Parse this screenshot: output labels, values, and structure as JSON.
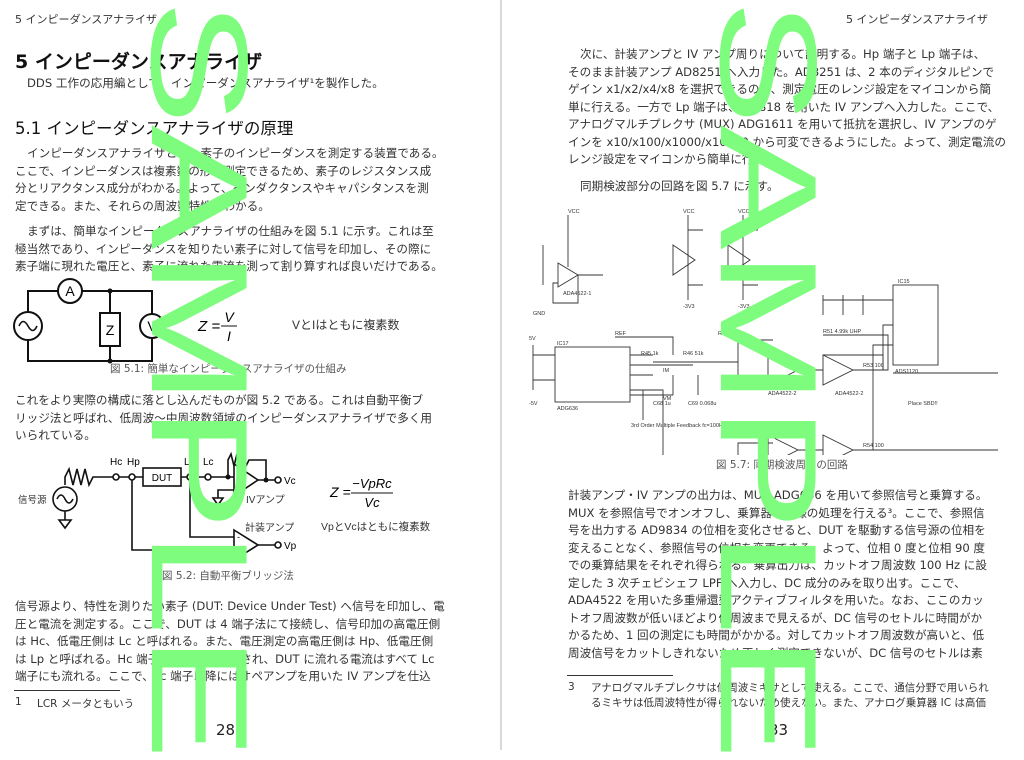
{
  "left_page": {
    "header": "5 インピーダンスアナライザ",
    "chapter_title": "5 インピーダンスアナライザ",
    "intro": "DDS 工作の応用編として、インピーダンスアナライザ¹を製作した。",
    "section_title": "5.1 インピーダンスアナライザの原理",
    "para1": [
      "インピーダンスアナライザとは、素子のインピーダンスを測定する装置である。",
      "ここで、インピーダンスは複素数の形で測定できるため、素子のレジスタンス成",
      "分とリアクタンス成分がわかる。よって、インダクタンスやキャパシタンスを測",
      "定できる。また、それらの周波数特性もわかる。"
    ],
    "para2": [
      "まずは、簡単なインピーダンスアナライザの仕組みを図 5.1 に示す。これは至",
      "極当然であり、インピーダンスを知りたい素子に対して信号を印加し、その際に",
      "素子端に現れた電圧と、素子に流れた電流を測って割り算すれば良いだけである。"
    ],
    "fig1": {
      "ammeter": "A",
      "impedance": "Z",
      "voltmeter": "V",
      "formula_lhs": "Z =",
      "formula_num": "V",
      "formula_den": "I",
      "note": "VとIはともに複素数",
      "caption": "図 5.1: 簡単なインピーダンスアナライザの仕組み"
    },
    "para3": [
      "これをより実際の構成に落とし込んだものが図 5.2 である。これは自動平衡ブ",
      "リッジ法と呼ばれ、低周波～中周波数領域のインピーダンスアナライザで多く用",
      "いられている。"
    ],
    "fig2": {
      "hc": "Hc",
      "hp": "Hp",
      "dut": "DUT",
      "lp": "Lp",
      "lc": "Lc",
      "vc": "Vc",
      "vp": "Vp",
      "source": "信号源",
      "iv_amp": "IVアンプ",
      "inst_amp": "計装アンプ",
      "formula_lhs": "Z =",
      "formula_num": "−VpRc",
      "formula_den": "Vc",
      "note": "VpとVcはともに複素数",
      "caption": "図 5.2: 自動平衡ブリッジ法"
    },
    "para4": [
      "信号源より、特性を測りたい素子 (DUT: Device Under Test) へ信号を印加し、電",
      "圧と電流を測定する。ここで、DUT は 4 端子法にて接続し、信号印加の高電圧側",
      "は Hc、低電圧側は Lc と呼ばれる。また、電圧測定の高電圧側は Hp、低電圧側",
      "は Lp と呼ばれる。Hc 端子より信号が印加され、DUT に流れる電流はすべて Lc",
      "端子にも流れる。ここで、Lc 端子以降にはオペアンプを用いた IV アンプを仕込"
    ],
    "footnote_num": "1",
    "footnote": "LCR メータともいう",
    "page_number": "28"
  },
  "right_page": {
    "header": "5 インピーダンスアナライザ",
    "para1": [
      "次に、計装アンプと IV アンプ周りについて説明する。Hp 端子と Lp 端子は、",
      "そのまま計装アンプ AD8251 へ入力した。AD8251 は、2 本のディジタルピンで",
      "ゲイン x1/x2/x4/x8 を選択できるので、測定電圧のレンジ設定をマイコンから簡",
      "単に行える。一方で Lp 端子は、LT1818 を用いた IV アンプへ入力した。ここで、",
      "アナログマルチプレクサ (MUX) ADG1611 を用いて抵抗を選択し、IV アンプのゲ",
      "インを x10/x100/x1000/x10000 から可変できるようにした。よって、測定電流の",
      "レンジ設定をマイコンから簡単に行える。"
    ],
    "para2": "同期検波部分の回路を図 5.7 に示す。",
    "fig7": {
      "labels": {
        "mux": "ADG636",
        "mux_ref": "IC17",
        "adc": "ADS1120",
        "adc_ref": "IC15",
        "opamp": "ADA4522-2",
        "opamp1": "ADA4522-1",
        "filter_note": "3rd Order Multiple Feedback fc=100Hz 0.1dB Chebychev",
        "sbd_note": "Place SBD!!",
        "vcc": "VCC",
        "gnd": "GND",
        "ref": "REF",
        "p5v": "5V",
        "n5v": "-5V",
        "n3v3": "-3V3",
        "r_a": "R45 1k",
        "r_b": "R46 51k",
        "r_c": "R47 170k",
        "c_a": "C70 2200p",
        "r_d": "R51 4.99k UHP",
        "r_e": "R53 100",
        "r_f": "R54 100",
        "c_b": "C68 1u",
        "c_c": "C69 0.068u",
        "im": "IM",
        "vm": "VM"
      },
      "caption": "図 5.7: 同期検波周りの回路"
    },
    "para3": [
      "計装アンプ・IV アンプの出力は、MUX ADG636 を用いて参照信号と乗算する。",
      "MUX を参照信号でオンオフし、乗算器と同様の処理を行える³。ここで、参照信",
      "号を出力する AD9834 の位相を変化させると、DUT を駆動する信号源の位相を",
      "変えることなく、参照信号の位相を変更できる。よって、位相 0 度と位相 90 度",
      "での乗算結果をそれぞれ得られる。乗算出力は、カットオフ周波数 100 Hz に設",
      "定した 3 次チェビシェフ LPF へ入力し、DC 成分のみを取り出す。ここで、",
      "ADA4522 を用いた多重帰還型アクティブフィルタを用いた。なお、ここのカッ",
      "トオフ周波数が低いほどより低周波まで見えるが、DC 信号のセトルに時間がか",
      "かるため、1 回の測定にも時間がかかる。対してカットオフ周波数が高いと、低",
      "周波信号をカットしきれないため正しく測定できないが、DC 信号のセトルは素"
    ],
    "footnote_num": "3",
    "footnote": [
      "アナログマルチプレクサは低周波ミキサとして使える。ここで、通信分野で用いられ",
      "るミキサは低周波特性が得られないため使えない。また、アナログ乗算器 IC は高価"
    ],
    "page_number": "33"
  },
  "watermark": "SAMPLE",
  "colors": {
    "watermark": "#7dfc7d",
    "text": "#333333",
    "divider": "#d8d8d8"
  }
}
